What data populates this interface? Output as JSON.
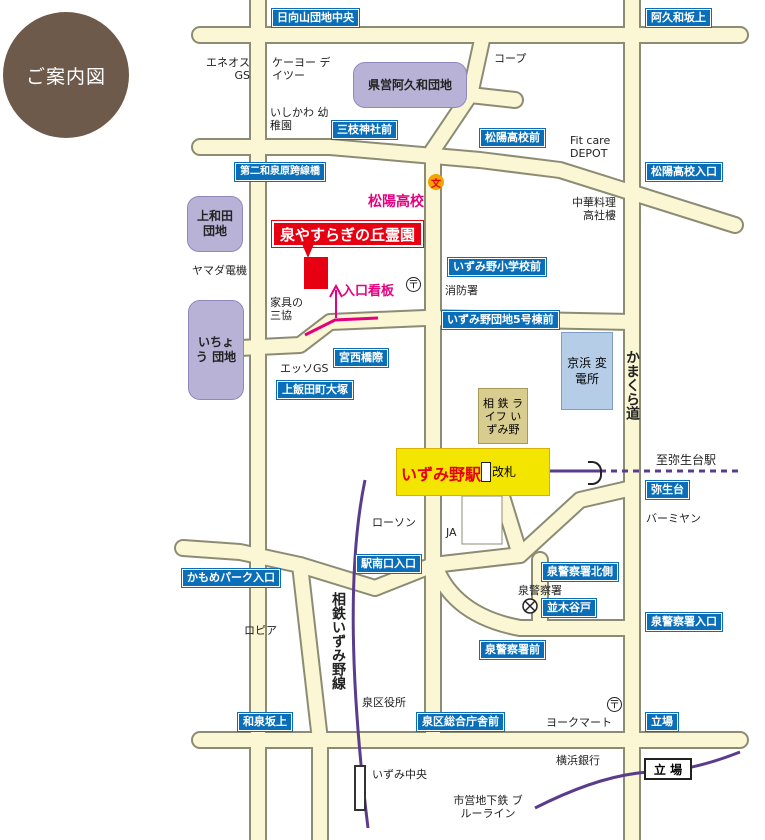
{
  "badge": {
    "title": "ご案内図",
    "color": "#6e5a4b"
  },
  "cemetery": {
    "name": "泉やすらぎの丘霊園",
    "color": "#e60012"
  },
  "entrance": {
    "label": "入口看板",
    "color": "#e4007f"
  },
  "station": {
    "name": "いずみ野駅",
    "gate": "改札",
    "fill": "#f4e500"
  },
  "school": {
    "name": "松陽高校",
    "symbol": "文"
  },
  "police_symbol": "〒",
  "signals": {
    "hyuga": "日向山団地中央",
    "akuwa_saka": "阿久和坂上",
    "sanshi": "三枝神社前",
    "shoyo_mae": "松陽高校前",
    "dai2_izumi": "第二和泉原跨線橋",
    "shoyo_iriguchi": "松陽高校入口",
    "izumino_sho": "いずみ野小学校前",
    "izumino_5": "いずみ野団地5号棟前",
    "miyanishi": "宮西橋際",
    "kamiiida": "上飯田町大塚",
    "yayoidai": "弥生台",
    "ekiminami": "駅南口入口",
    "keisatsu_kita": "泉警察署北側",
    "kamome": "かもめパーク入口",
    "namikiyato": "並木谷戸",
    "keisatsu_mae": "泉警察署前",
    "keisatsu_iri": "泉警察署入口",
    "waizumi": "和泉坂上",
    "sogo": "泉区総合庁舎前",
    "tachiba": "立場"
  },
  "estates": {
    "akuwa": "県営阿久和団地",
    "kamiwada": "上和田 団地",
    "icho": "いちょう 団地",
    "sotetsu_life": "相 鉄 ライフ いずみ野",
    "keihin": "京浜 変電所"
  },
  "places": {
    "eneos": "エネオス GS",
    "keyo": "ケーヨー デイツー",
    "coop": "コープ",
    "ishikawa": "いしかわ 幼稚園",
    "fitcare": "Fit care DEPOT",
    "chuka": "中華料理 高社樓",
    "yamada": "ヤマダ電機",
    "kagu": "家具の 三協",
    "shobo": "消防署",
    "essso": "エッソGS",
    "lawson": "ローソン",
    "ja": "JA",
    "barmiyan": "バーミヤン",
    "keisatsu": "泉警察署",
    "ropia": "ロピア",
    "kuyakusho": "泉区役所",
    "yorkmart": "ヨークマート",
    "yokohama": "横浜銀行"
  },
  "roads": {
    "kamakura": "かまくら道",
    "sotetsu_line": "相鉄いずみ野線",
    "to_yayoidai": "至弥生台駅",
    "izumi_chuo": "いずみ中央",
    "blue_line": "市営地下鉄 ブルーライン",
    "tachiba_st": "立 場"
  }
}
